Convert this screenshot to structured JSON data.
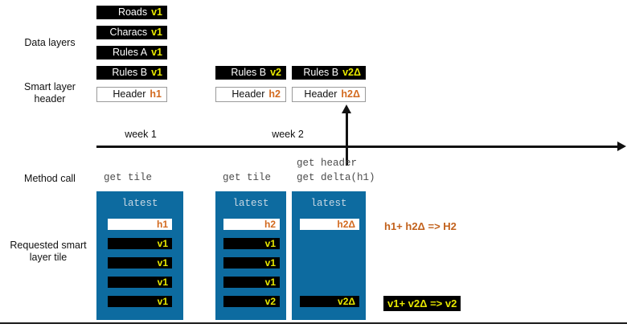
{
  "rows": {
    "data_layers_label": "Data layers",
    "smart_header_label": "Smart layer\nheader",
    "method_call_label": "Method call",
    "requested_tile_label": "Requested smart\nlayer tile"
  },
  "timeline": {
    "week1": "week 1",
    "week2": "week 2"
  },
  "data_layers": {
    "week1": [
      {
        "name": "Roads",
        "version": "v1"
      },
      {
        "name": "Characs",
        "version": "v1"
      },
      {
        "name": "Rules A",
        "version": "v1"
      },
      {
        "name": "Rules B",
        "version": "v1"
      }
    ],
    "week2": [
      {
        "name": "Rules B",
        "version": "v2"
      }
    ],
    "week2_delta": [
      {
        "name": "Rules B",
        "version": "v2Δ"
      }
    ]
  },
  "smart_layer_headers": {
    "col1": {
      "name": "Header",
      "version": "h1"
    },
    "col2": {
      "name": "Header",
      "version": "h2"
    },
    "col3": {
      "name": "Header",
      "version": "h2Δ"
    }
  },
  "method_calls": {
    "col1": "get tile",
    "col2": "get tile",
    "col3_line1": "get header",
    "col3_line2": "get delta(h1)"
  },
  "tiles": {
    "latest_label": "latest",
    "tile1": {
      "header": "h1",
      "rows": [
        "v1",
        "v1",
        "v1",
        "v1"
      ]
    },
    "tile2": {
      "header": "h2",
      "rows": [
        "v1",
        "v1",
        "v1",
        "v2"
      ]
    },
    "tile3": {
      "header": "h2Δ",
      "rows": [
        "v2Δ"
      ]
    }
  },
  "equations": {
    "header_merge": "h1+ h2Δ => H2",
    "data_merge": "v1+ v2Δ => v2"
  },
  "colors": {
    "tile_blue": "#0d6ba0",
    "version_yellow": "#e8e800",
    "header_orange": "#d2691e",
    "box_black": "#000000"
  }
}
